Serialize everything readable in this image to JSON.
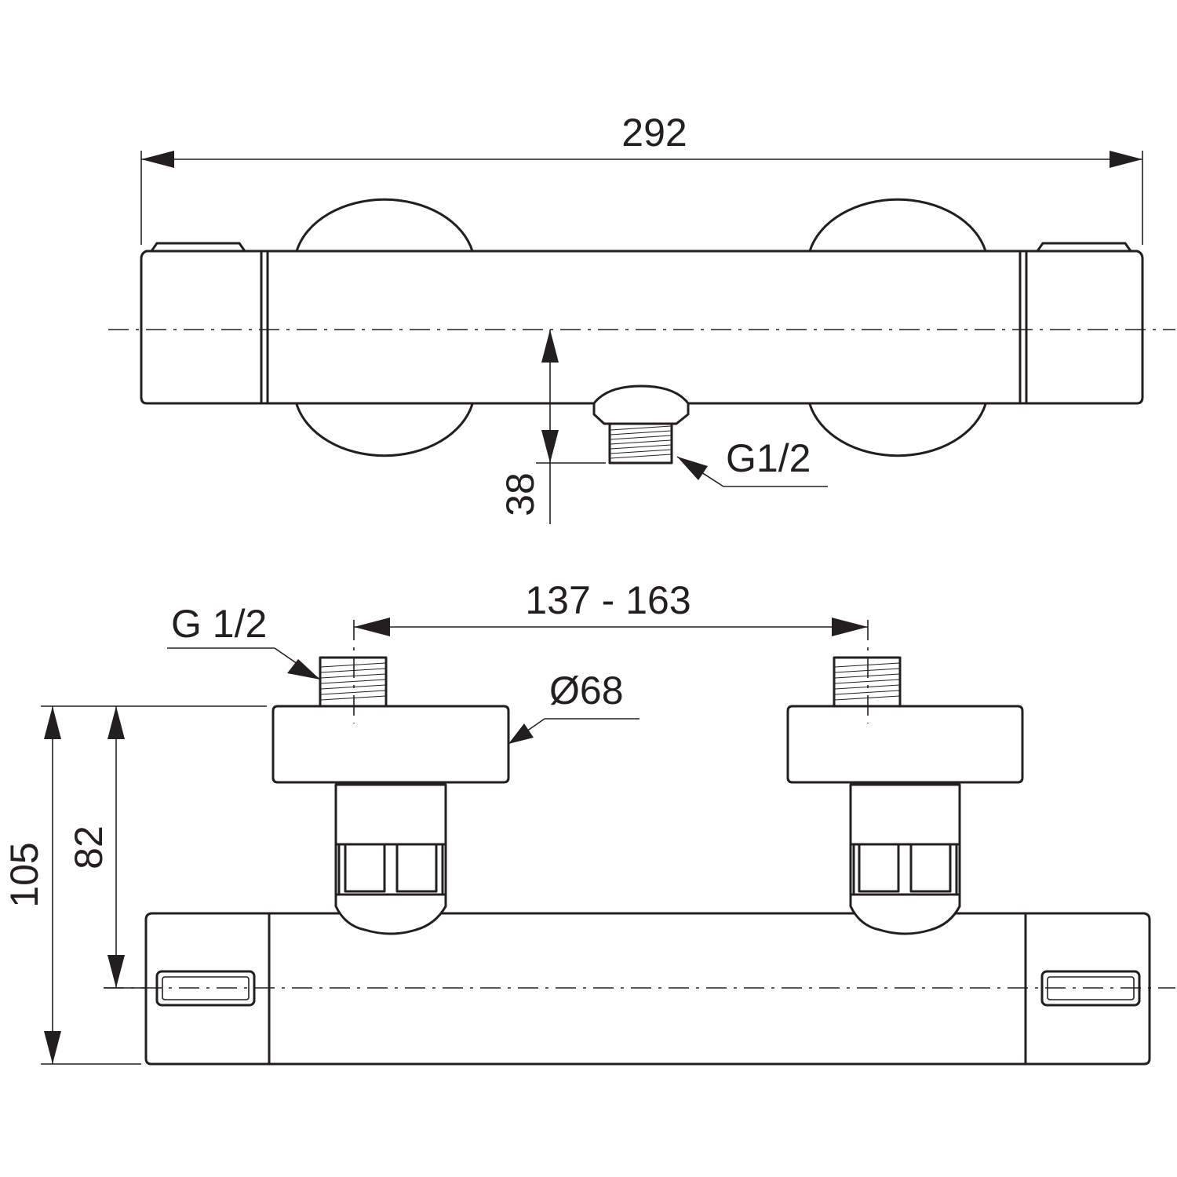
{
  "top_view": {
    "overall_width": "292",
    "outlet_offset": "38",
    "outlet_thread": "G1/2"
  },
  "front_view": {
    "inlet_spacing": "137 - 163",
    "inlet_thread": "G 1/2",
    "flange_diameter": "Ø68",
    "overall_depth": "105",
    "axis_depth": "82"
  },
  "colors": {
    "line": "#231f20",
    "background": "#ffffff"
  }
}
